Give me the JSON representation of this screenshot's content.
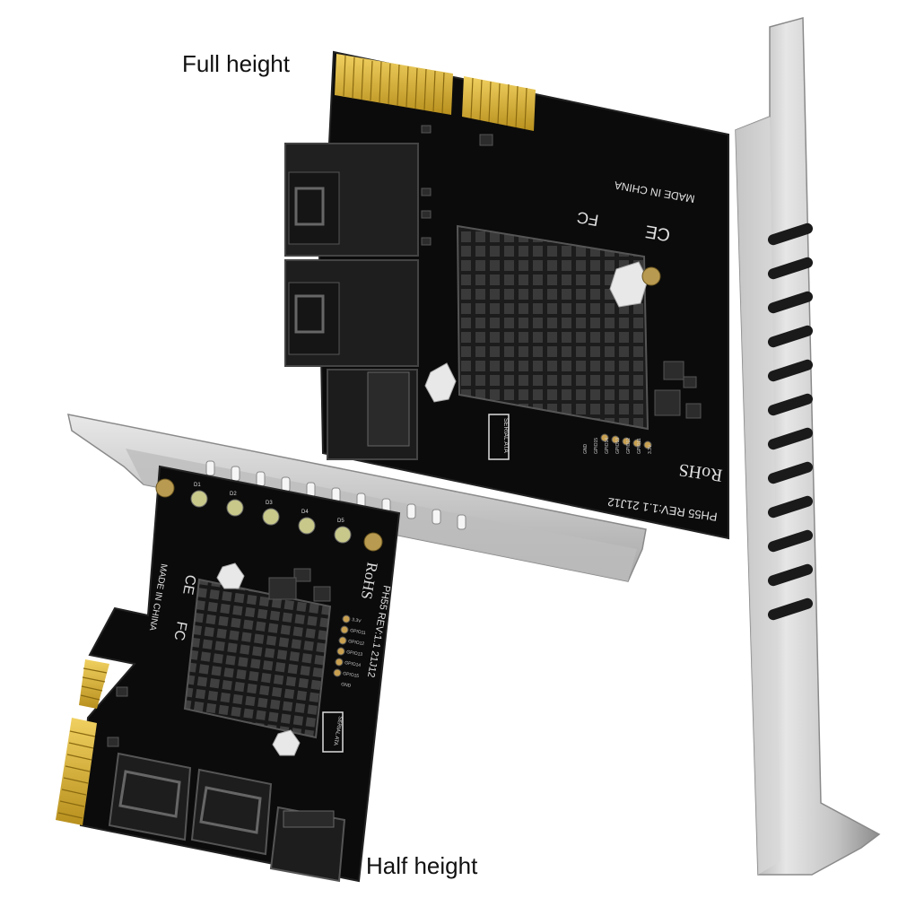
{
  "captions": {
    "full_height": "Full height",
    "half_height": "Half height"
  },
  "full_card": {
    "made_in": "MADE IN CHINA",
    "rohs": "RoHS",
    "model": "PH55 REV:1.1 21J12",
    "pin_labels": [
      "3.3V",
      "GPIO11",
      "GPIO12",
      "GPIO13",
      "GPIO14",
      "GPIO15",
      "GND"
    ],
    "sata_logo": "SERIAL ATA"
  },
  "half_card": {
    "made_in": "MADE IN CHINA",
    "rohs": "RoHS",
    "model": "PH55 REV:1.1 21J12",
    "pin_labels": [
      "3.3V",
      "GPIO11",
      "GPIO12",
      "GPIO13",
      "GPIO14",
      "GPIO15",
      "GND"
    ],
    "led_labels": [
      "D1",
      "D2",
      "D3",
      "D4",
      "D5"
    ],
    "sata_logo": "SERIAL ATA"
  },
  "colors": {
    "pcb": "#0b0b0b",
    "gold": "#d8b23a",
    "bracket": "#cfcfcf",
    "heatsink": "#2a2a2a"
  }
}
